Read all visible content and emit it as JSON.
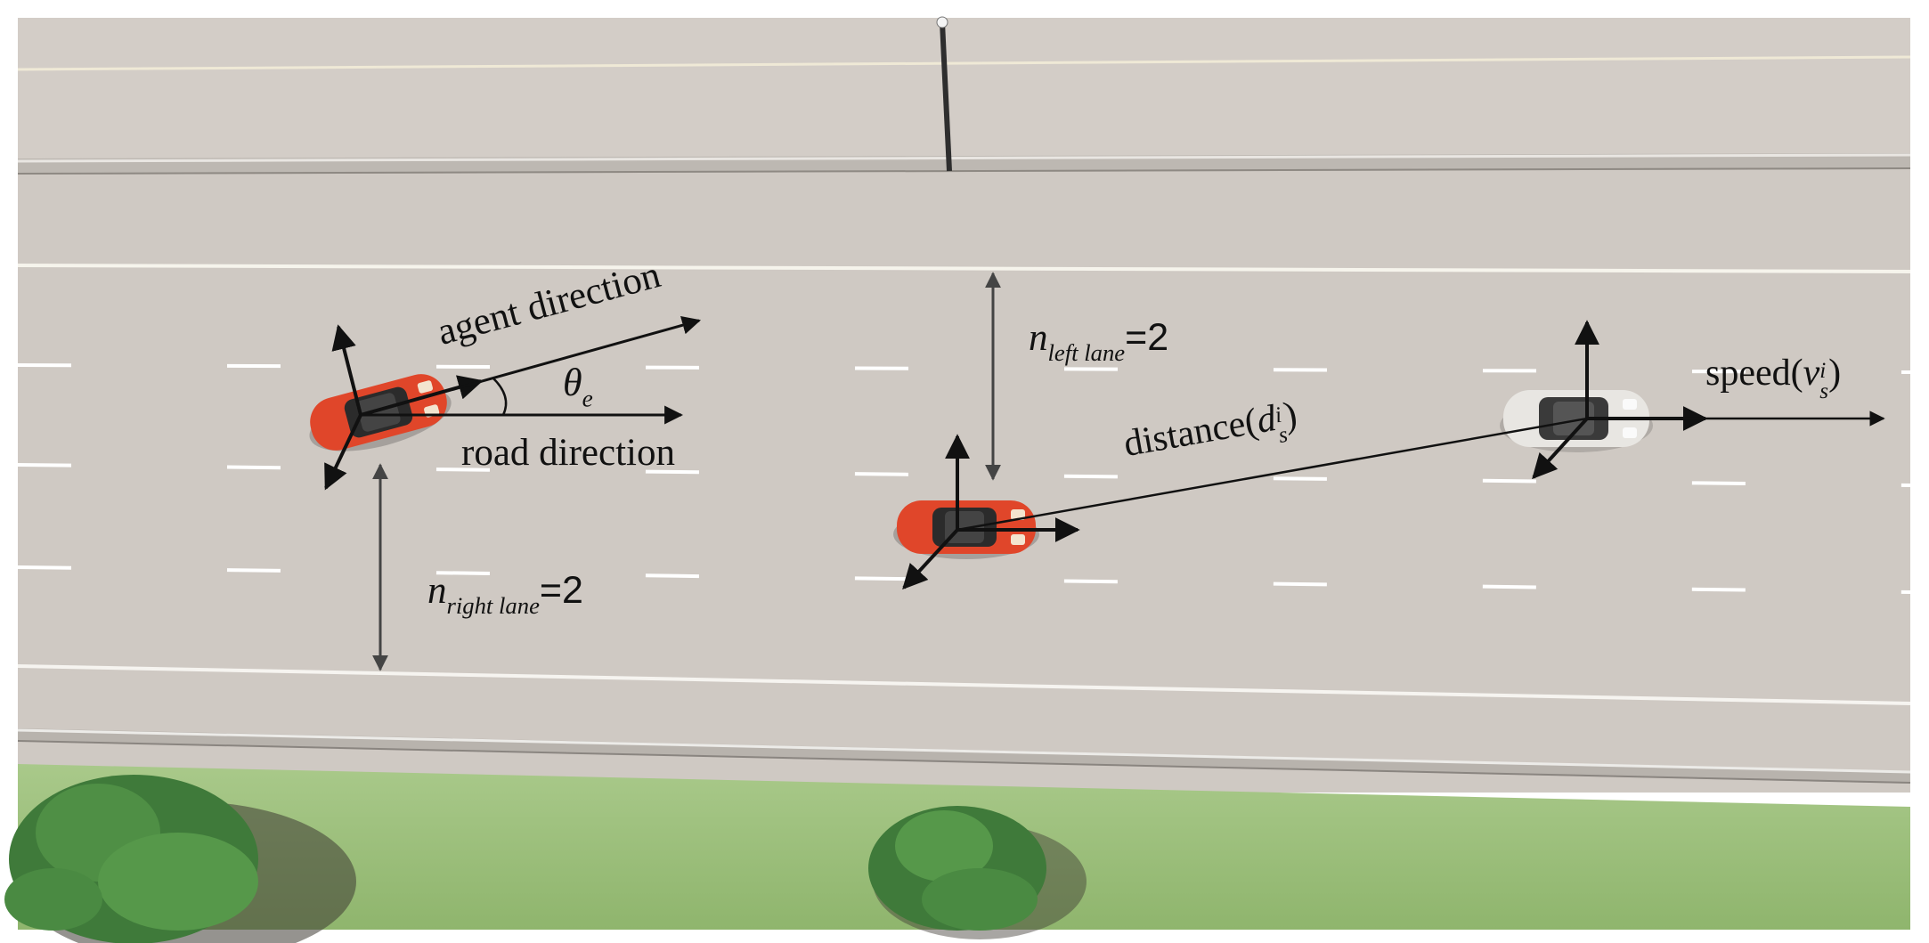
{
  "labels": {
    "agent_direction": "agent direction",
    "road_direction": "road direction",
    "theta_symbol": "θ",
    "theta_sub": "e",
    "n_left_symbol": "n",
    "n_left_sub": "left lane",
    "n_left_value": "=2",
    "n_right_symbol": "n",
    "n_right_sub": "right lane",
    "n_right_value": "=2",
    "distance_prefix": "distance(",
    "distance_symbol": "d",
    "distance_sup": "i",
    "distance_sub": "s",
    "distance_suffix": ")",
    "speed_prefix": "speed(",
    "speed_symbol": "v",
    "speed_sup": "i",
    "speed_sub": "s",
    "speed_suffix": ")"
  },
  "colors": {
    "road": "#cfc9c3",
    "lane_marking": "#ffffff",
    "barrier": "#b9b4ae",
    "grass": "#9ec07e",
    "tree": "#3f7a3a",
    "agent_car": "#e0462a",
    "other_car": "#e8e6e2",
    "arrow": "#111111",
    "dim_arrow": "#444444"
  }
}
